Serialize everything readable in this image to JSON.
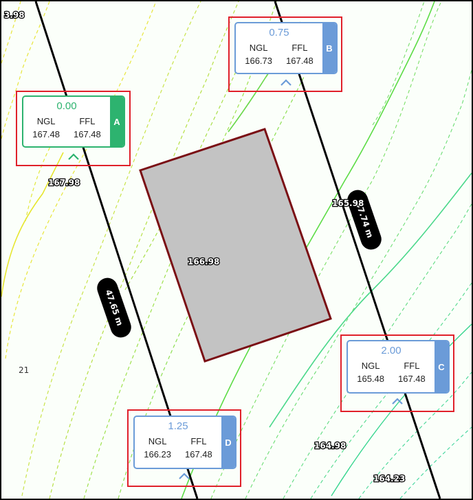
{
  "contour_labels": {
    "top_left_partial": "3.98",
    "left": "167.98",
    "right_upper": "165.98",
    "center_building": "166.98",
    "right_lower": "164.98",
    "bottom_right": "164.23",
    "left_small": "21"
  },
  "dimensions": {
    "left": "47.65 m",
    "right": "47.74 m"
  },
  "colors": {
    "marker_outline": "#e0202a",
    "corner_a": "#2db36f",
    "corner_other": "#6b9bd8",
    "building_fill": "#c3c3c3",
    "building_outline": "#7a0f14",
    "boundary": "#000000"
  },
  "corners": [
    {
      "id": "A",
      "value": "0.00",
      "ngl_label": "NGL",
      "ffl_label": "FFL",
      "ngl": "167.48",
      "ffl": "167.48",
      "icon": "chevron-up-icon"
    },
    {
      "id": "B",
      "value": "0.75",
      "ngl_label": "NGL",
      "ffl_label": "FFL",
      "ngl": "166.73",
      "ffl": "167.48",
      "icon": "chevron-up-icon"
    },
    {
      "id": "C",
      "value": "2.00",
      "ngl_label": "NGL",
      "ffl_label": "FFL",
      "ngl": "165.48",
      "ffl": "167.48",
      "icon": "chevron-up-icon"
    },
    {
      "id": "D",
      "value": "1.25",
      "ngl_label": "NGL",
      "ffl_label": "FFL",
      "ngl": "166.23",
      "ffl": "167.48",
      "icon": "chevron-up-icon"
    }
  ]
}
